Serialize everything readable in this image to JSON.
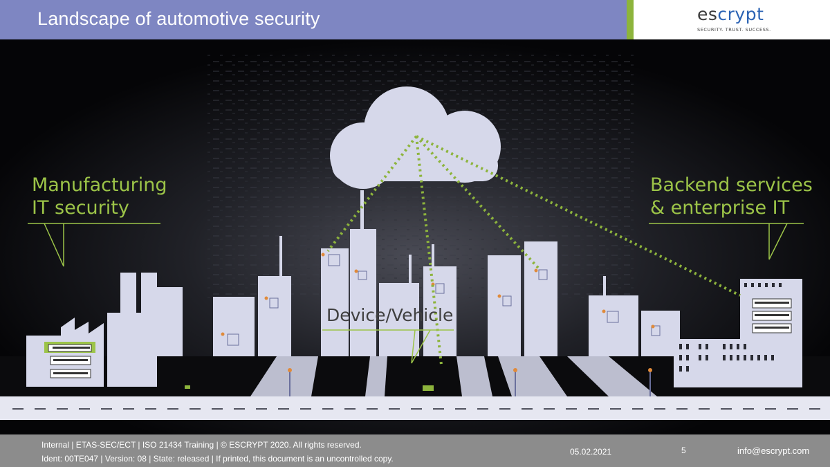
{
  "header": {
    "title": "Landscape of automotive security",
    "logo_prefix": "es",
    "logo_highlight": "crypt",
    "logo_tagline": "SECURITY. TRUST. SUCCESS."
  },
  "labels": {
    "manufacturing_line1": "Manufacturing",
    "manufacturing_line2": "IT security",
    "backend_line1": "Backend services",
    "backend_line2": "& enterprise IT",
    "device": "Device/Vehicle"
  },
  "footer": {
    "line1": "Internal | ETAS-SEC/ECT | ISO 21434 Training | © ESCRYPT 2020. All rights reserved.",
    "line2": "Ident: 00TE047 | Version: 08 | State: released | If printed, this document is an uncontrolled copy.",
    "date": "05.02.2021",
    "page": "5",
    "email": "info@escrypt.com"
  },
  "colors": {
    "title_bar": "#7e86c2",
    "accent": "#8db43c",
    "label_green": "#9cc448",
    "building": "#d6d8ea",
    "road": "#e6e7f1"
  },
  "icons": [
    "cloud-icon",
    "wifi-icon",
    "server-rack-icon",
    "streetlamp-icon"
  ]
}
